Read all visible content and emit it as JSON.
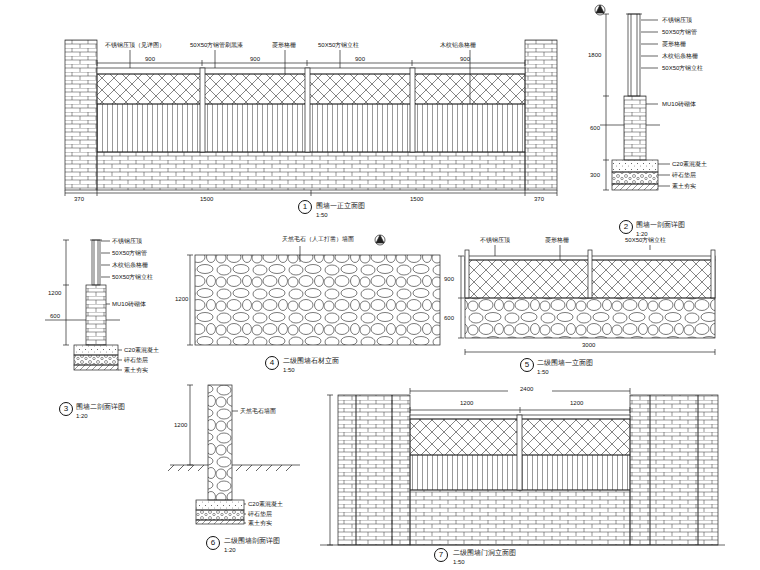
{
  "diagram": {
    "nodes": [
      {
        "text": [
          "1"
        ]
      },
      {
        "text": [
          "2"
        ]
      },
      {
        "text": [
          "3"
        ]
      },
      {
        "text": [
          "4"
        ]
      },
      {
        "text": [
          "5"
        ]
      },
      {
        "text": [
          "6"
        ]
      },
      {
        "text": [
          "7"
        ]
      }
    ],
    "labels": [
      "不锈钢压顶（见详图）",
      "50X50方钢管刷黑漆",
      "菱形格栅",
      "50X50方钢立柱",
      "木纹铝条格栅",
      "900",
      "900",
      "900",
      "900",
      "370",
      "1500",
      "1500",
      "370",
      "围墙一正立面图",
      "1:50",
      "不锈钢压顶",
      "50X50方钢管",
      "菱形格栅",
      "木纹铝条格栅",
      "50X50方钢立柱",
      "MU10砖砌体",
      "C20素混凝土",
      "碎石垫层",
      "素土夯实",
      "1800",
      "600",
      "300",
      "围墙一剖面详图",
      "1:20",
      "不锈钢压顶",
      "50X50方钢管",
      "木纹铝条格栅",
      "50X50方钢立柱",
      "MU10砖砌体",
      "C20素混凝土",
      "碎石垫层",
      "素土夯实",
      "1200",
      "600",
      "围墙二剖面详图",
      "1:20",
      "天然毛石（人工打凿）墙面",
      "1200",
      "二级围墙石材立面",
      "1:50",
      "不锈钢压顶",
      "菱形格栅",
      "50X50方钢立柱",
      "900",
      "600",
      "3000",
      "二级围墙一立面图",
      "1:50",
      "天然毛石墙面",
      "C20素混凝土",
      "碎石垫层",
      "素土夯实",
      "1200",
      "二级围墙剖面详图",
      "1:20",
      "2400",
      "1200",
      "1200",
      "二级围墙门洞立面图",
      "1:50"
    ]
  }
}
